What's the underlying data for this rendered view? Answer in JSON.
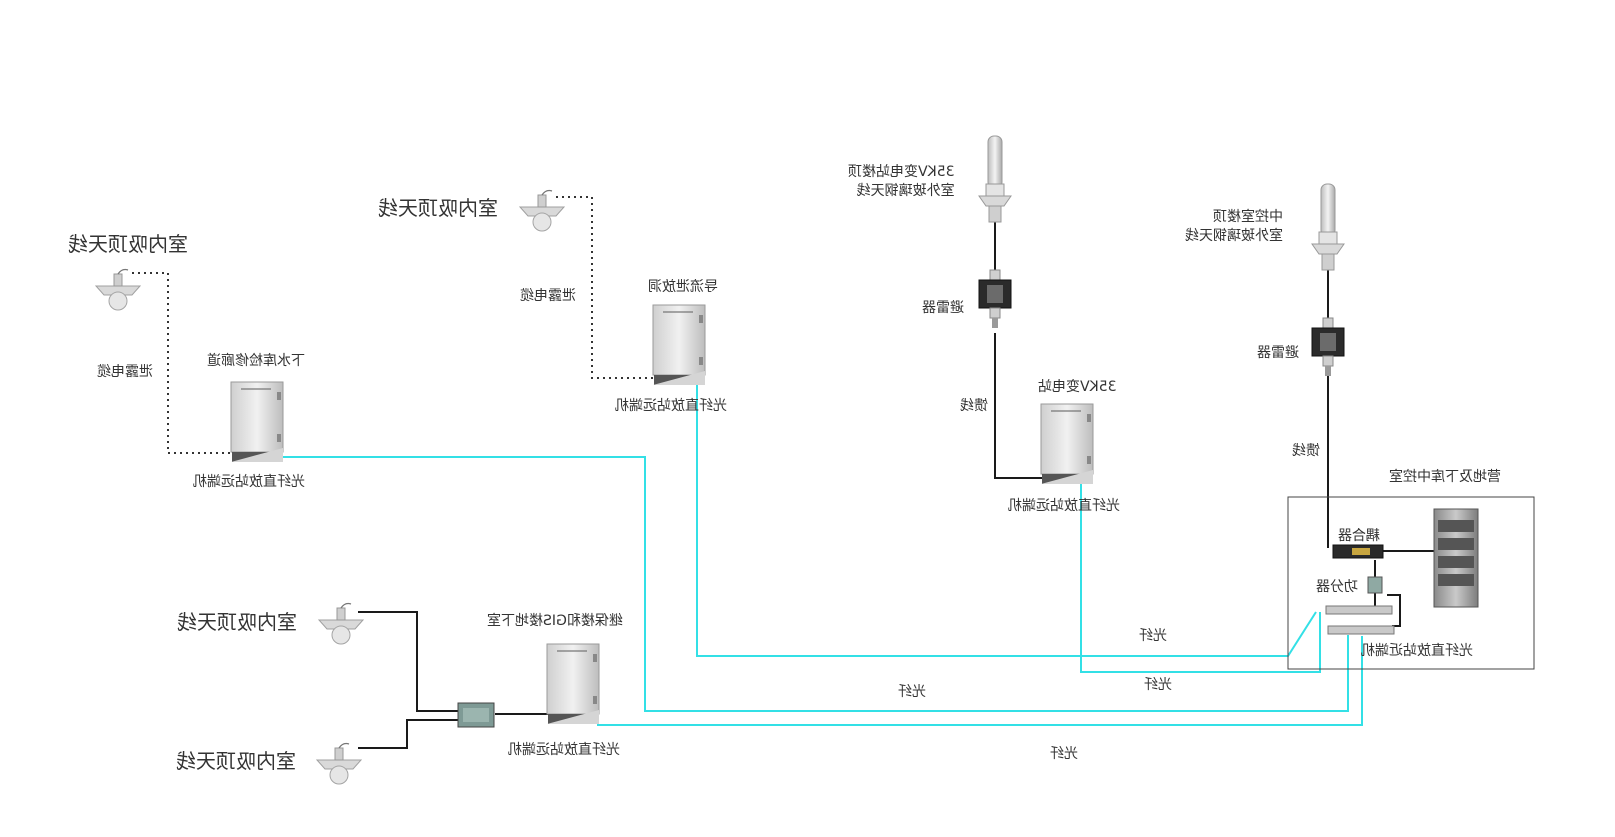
{
  "colors": {
    "fiber": "#33e0e6",
    "cable": "#1a1a1a",
    "leaky": "#333333",
    "frame": "#333333"
  },
  "labels": {
    "antenna_left_top": "室内吸顶天线",
    "antenna_mid_top": "室内吸顶天线",
    "leaky_cable_left": "泄露电缆",
    "leaky_cable_mid": "泄露电缆",
    "site_left": "下水库检修廊道",
    "site_mid": "导流泄放洞",
    "remote_left": "光纤直放站远端机",
    "remote_mid": "光纤直放站远端机",
    "substation_roof_line1": "35KV变电站楼顶",
    "substation_roof_line2": "室外玻璃钢天线",
    "control_roof_line1": "中控室楼顶",
    "control_roof_line2": "室外玻璃钢天线",
    "arrester_1": "避雷器",
    "arrester_2": "避雷器",
    "feeder_1": "馈线",
    "feeder_2": "馈线",
    "site_substation": "35KV变电站",
    "remote_substation": "光纤直放站远端机",
    "control_room": "营地及下库中控室",
    "coupler": "耦合器",
    "splitter": "功分器",
    "near_end": "光纤直放站近端机",
    "antenna_low_1": "室内吸顶天线",
    "antenna_low_2": "室内吸顶天线",
    "site_gis": "继保楼和GIS楼地下室",
    "remote_gis": "光纤直放站远端机",
    "fiber_1": "光纤",
    "fiber_2": "光纤",
    "fiber_3": "光纤",
    "fiber_4": "光纤"
  }
}
